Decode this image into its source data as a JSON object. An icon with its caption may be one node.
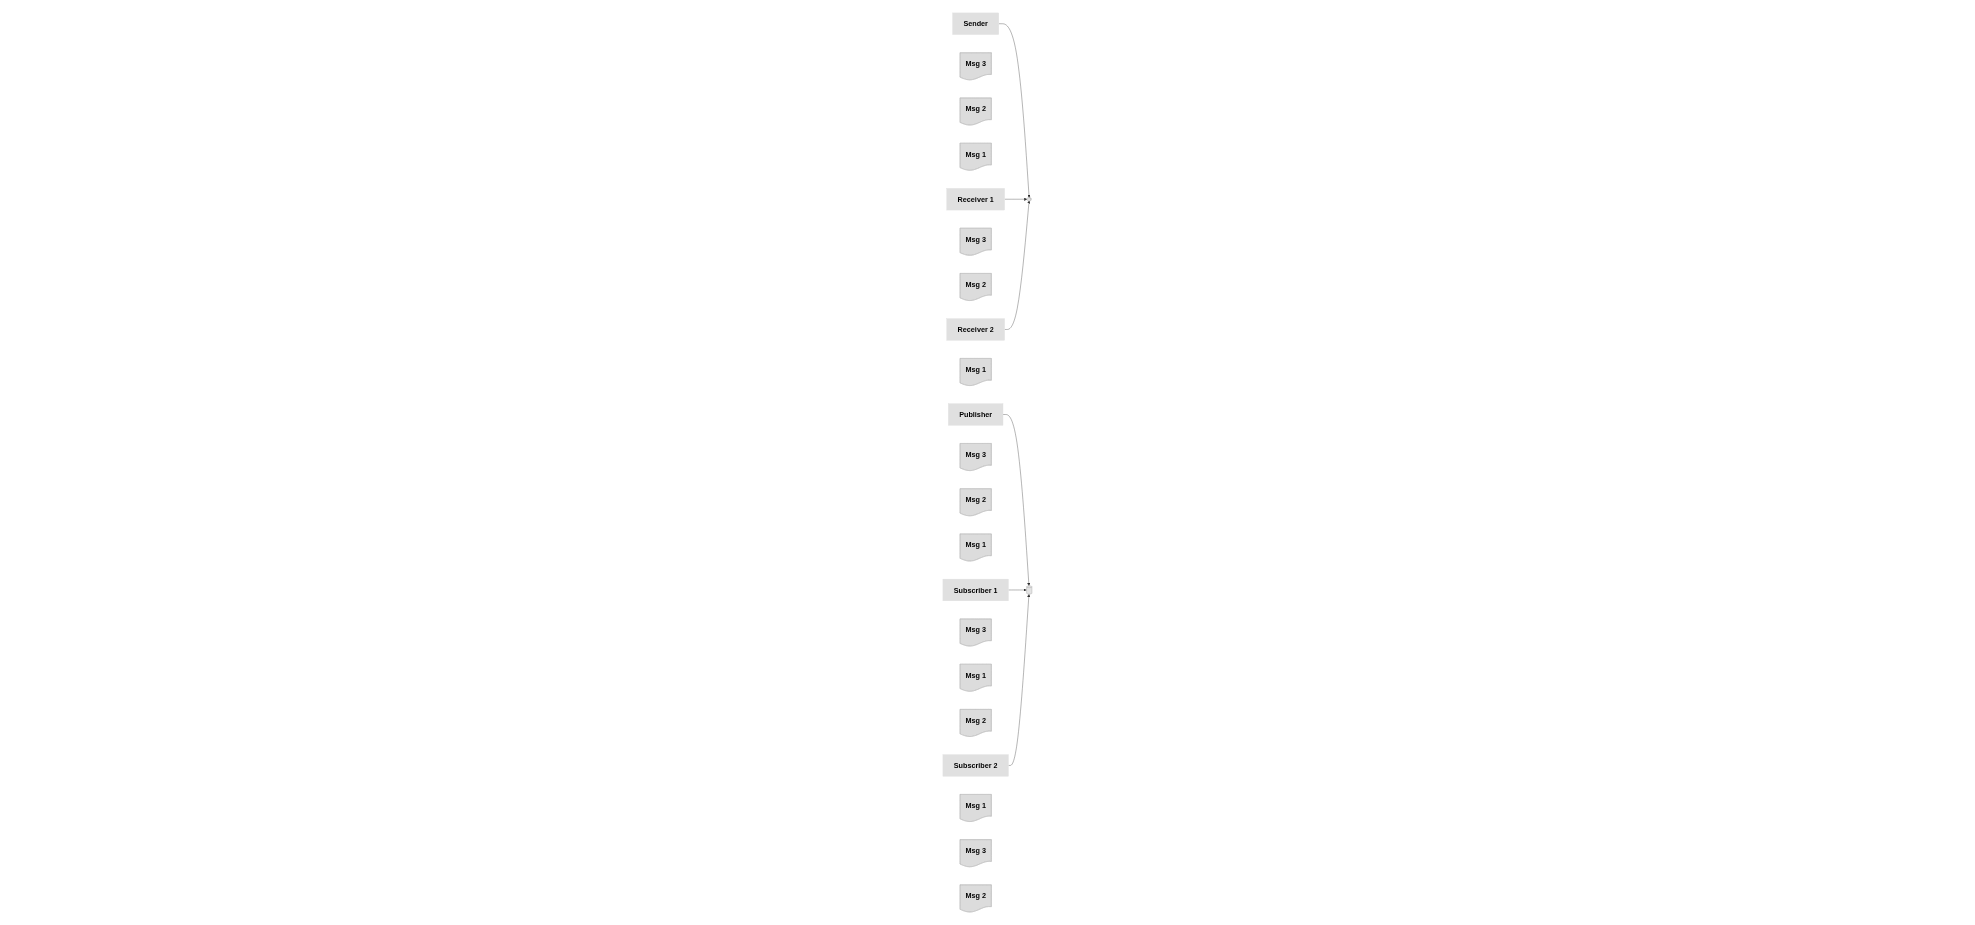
{
  "diagram": {
    "nodes": [
      {
        "text": [
          "Sender"
        ]
      },
      {
        "text": [
          "Msg 3"
        ]
      },
      {
        "text": [
          "Msg 2"
        ]
      },
      {
        "text": [
          "Msg 1"
        ]
      },
      {
        "text": [],
        "shape": "cylinder"
      },
      {
        "text": [
          "Receiver 1"
        ]
      },
      {
        "text": [
          "Msg 3"
        ]
      },
      {
        "text": [
          "Msg 2"
        ]
      },
      {
        "text": [
          "Receiver 2"
        ]
      },
      {
        "text": [
          "Msg 1"
        ]
      },
      {
        "text": [
          "Publisher"
        ]
      },
      {
        "text": [
          "Msg 3"
        ]
      },
      {
        "text": [
          "Msg 2"
        ]
      },
      {
        "text": [
          "Msg 1"
        ]
      },
      {
        "text": [],
        "shape": "cylinder"
      },
      {
        "text": [
          "Subscriber 1"
        ]
      },
      {
        "text": [
          "Msg 3"
        ]
      },
      {
        "text": [
          "Msg 1"
        ]
      },
      {
        "text": [
          "Msg 2"
        ]
      },
      {
        "text": [
          "Subscriber 2"
        ]
      },
      {
        "text": [
          "Msg 1"
        ]
      },
      {
        "text": [
          "Msg 3"
        ]
      },
      {
        "text": [
          "Msg 2"
        ]
      }
    ],
    "edges": [
      {
        "from": 0,
        "to": 4,
        "arrow": "to"
      },
      {
        "from": 5,
        "to": 4,
        "arrow": "to"
      },
      {
        "from": 8,
        "to": 4,
        "arrow": "to"
      },
      {
        "from": 10,
        "to": 14,
        "arrow": "to"
      },
      {
        "from": 15,
        "to": 14,
        "arrow": "to"
      },
      {
        "from": 19,
        "to": 14,
        "arrow": "to"
      }
    ]
  }
}
